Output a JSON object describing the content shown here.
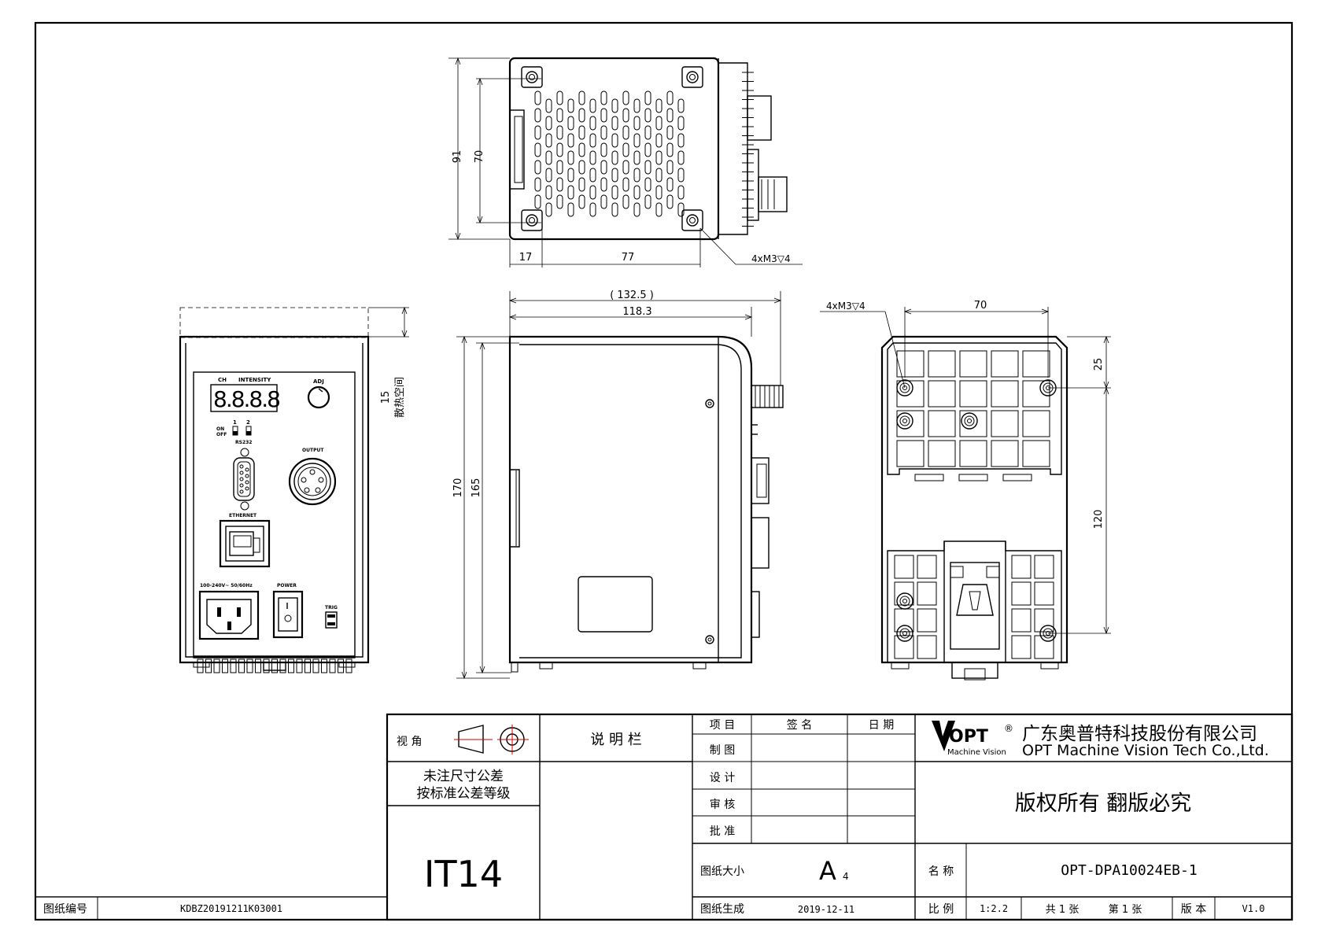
{
  "dimensions": {
    "top_height_outer": "91",
    "top_height_inner": "70",
    "top_offset_left": "17",
    "top_hole_spacing": "77",
    "top_holes": "4xM3▽4",
    "side_width_outer": "( 132.5 )",
    "side_width_inner": "118.3",
    "side_height_outer": "170",
    "side_height_inner": "165",
    "back_holes": "4xM3▽4",
    "back_hole_spacing": "70",
    "back_top_offset": "25",
    "back_vertical_spacing": "120",
    "front_clearance_value": "15",
    "front_clearance_label": "散热空间"
  },
  "front_panel": {
    "ch_label": "CH",
    "intensity_label": "INTENSITY",
    "display_digits": "8.8.8.8",
    "adj_label": "ADJ",
    "switch_1": "1",
    "switch_2": "2",
    "on_label": "ON",
    "off_label": "OFF",
    "rs232_label": "RS232",
    "output_label": "OUTPUT",
    "ethernet_label": "ETHERNET",
    "voltage_label": "100-240V~ 50/60Hz",
    "power_label": "POWER",
    "trig_label": "TRIG"
  },
  "title_block": {
    "view_angle_label": "视  角",
    "notes_label": "说 明 栏",
    "tolerance_line1": "未注尺寸公差",
    "tolerance_line2": "按标准公差等级",
    "tolerance_grade": "IT14",
    "item_label": "项 目",
    "sign_label": "签 名",
    "date_label": "日 期",
    "draw_label": "制 图",
    "design_label": "设 计",
    "review_label": "审 核",
    "approve_label": "批 准",
    "paper_size_label": "图纸大小",
    "paper_size_value": "A",
    "paper_size_sub": "4",
    "generated_label": "图纸生成",
    "generated_date": "2019-12-11",
    "logo_text": "OPT",
    "logo_registered": "®",
    "logo_subtext": "Machine Vision",
    "company_cn": "广东奥普特科技股份有限公司",
    "company_en": "OPT Machine Vision Tech Co.,Ltd.",
    "copyright": "版权所有 翻版必究",
    "name_label": "名 称",
    "name_value": "OPT-DPA10024EB-1",
    "scale_label": "比 例",
    "scale_value": "1:2.2",
    "sheet_total": "共 1 张",
    "sheet_number": "第 1 张",
    "version_label": "版 本",
    "version_value": "V1.0",
    "drawing_number_label": "图纸编号",
    "drawing_number_value": "KDBZ20191211K03001"
  }
}
